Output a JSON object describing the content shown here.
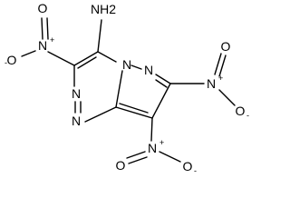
{
  "molecule": {
    "atoms": {
      "amine": "NH2",
      "bridge_n": "N",
      "pyrazole_n": "N",
      "triazine_n_upper": "N",
      "triazine_n_lower": "N"
    },
    "nitro_groups": [
      {
        "id": "nitro-3",
        "o_minus": "O",
        "minus": "-",
        "n_plus": "N",
        "plus": "+",
        "o_double": "O"
      },
      {
        "id": "nitro-7",
        "n_plus": "N",
        "plus": "+",
        "o_double": "O",
        "o_minus": "O",
        "minus": "-"
      },
      {
        "id": "nitro-8",
        "n_plus": "N",
        "plus": "+",
        "o_double": "O",
        "o_minus": "O",
        "minus": "-"
      }
    ]
  }
}
